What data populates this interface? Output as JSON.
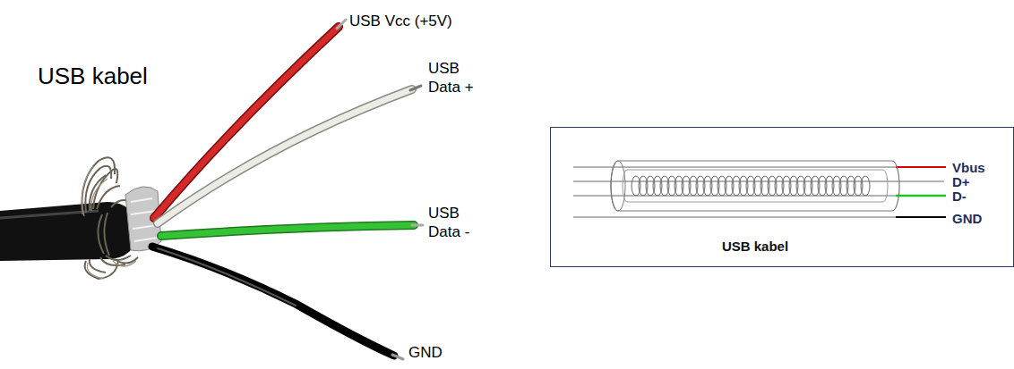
{
  "diagram": {
    "title": "USB kabel",
    "nodes": [
      {
        "text": [
          "Vbus",
          "D+",
          "D-",
          "GND",
          "USB kabel"
        ]
      }
    ],
    "labels": [
      "USB Vcc (+5V)",
      "USB Data +",
      "USB Data -",
      "GND"
    ]
  }
}
